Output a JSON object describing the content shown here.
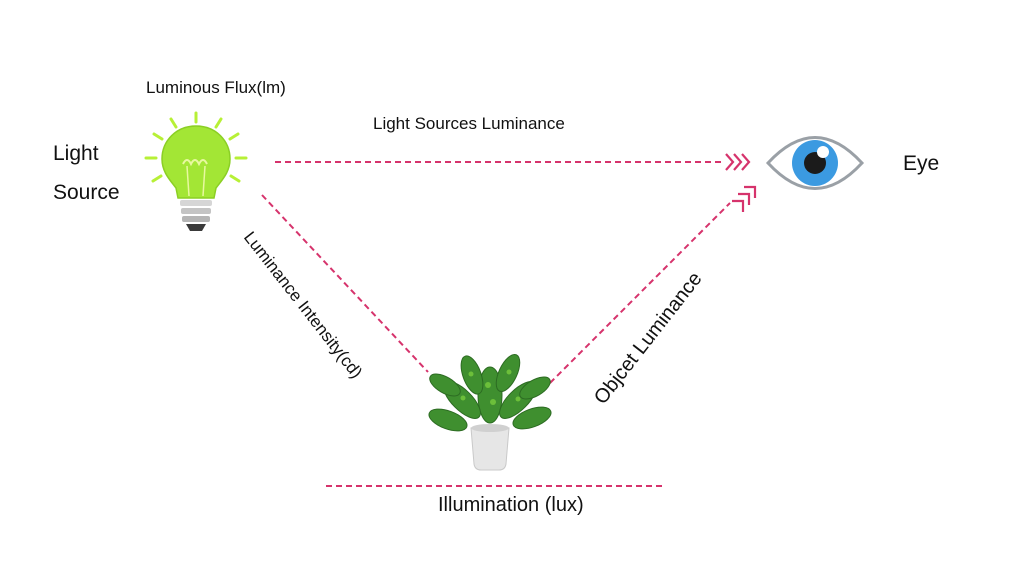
{
  "labels": {
    "luminous_flux": "Luminous Flux(lm)",
    "light_source_line1": "Light",
    "light_source_line2": "Source",
    "light_sources_luminance": "Light Sources Luminance",
    "eye": "Eye",
    "luminance_intensity": "Luminance Intensity(cd)",
    "object_luminance": "Objcet Luminance",
    "illumination": "Illumination (lux)"
  },
  "colors": {
    "dashed_line": "#d6336c",
    "bulb_glass": "#a3e635",
    "bulb_rays": "#b7f036",
    "bulb_base": "#cfcfcf",
    "eye_iris": "#3b9ae1",
    "eye_outline": "#9aa0a6",
    "plant_leaf": "#3f8f2f",
    "pot": "#e6e6e6"
  },
  "icons": {
    "light_source": "lightbulb-icon",
    "eye": "eye-icon",
    "object": "potted-plant-icon"
  }
}
